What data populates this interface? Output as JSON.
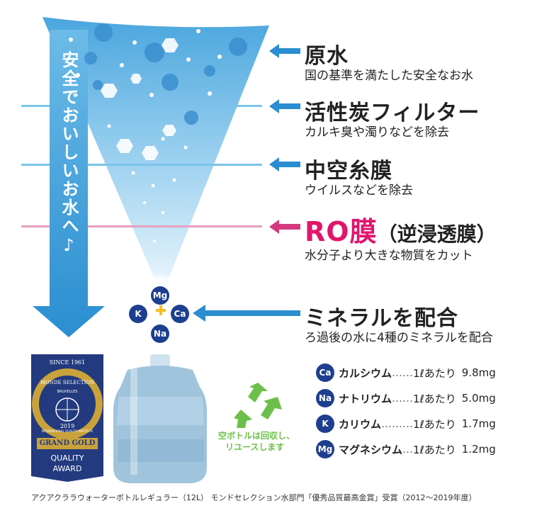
{
  "side_arrow_text": "安全でおいしいお水へ♪",
  "stages": [
    {
      "title": "原水",
      "subtitle": "国の基準を満たした安全なお水"
    },
    {
      "title": "活性炭フィルター",
      "subtitle": "カルキ臭や濁りなどを除去"
    },
    {
      "title": "中空糸膜",
      "subtitle": "ウイルスなどを除去"
    },
    {
      "title": "RO膜",
      "title_paren": "（逆浸透膜）",
      "subtitle": "水分子より大きな物質をカット"
    },
    {
      "title": "ミネラルを配合",
      "subtitle": "ろ過後の水に4種のミネラルを配合"
    }
  ],
  "minerals_cluster": [
    "Mg",
    "K",
    "Ca",
    "Na"
  ],
  "minerals": [
    {
      "symbol": "Ca",
      "name": "カルシウム",
      "dots": "……",
      "per": "1ℓあたり",
      "amount": "9.8mg"
    },
    {
      "symbol": "Na",
      "name": "ナトリウム",
      "dots": "……",
      "per": "1ℓあたり",
      "amount": "5.0mg"
    },
    {
      "symbol": "K",
      "name": "カリウム",
      "dots": "………",
      "per": "1ℓあたり",
      "amount": "1.7mg"
    },
    {
      "symbol": "Mg",
      "name": "マグネシウム",
      "dots": "…",
      "per": "1ℓあたり",
      "amount": "1.2mg"
    }
  ],
  "award": {
    "since": "SINCE 1961",
    "name": "MONDE SELECTION",
    "city": "BRUXELLES",
    "year": "2019",
    "ring": "INTERNATIONAL QUALITY INSTITUTE",
    "grade": "GRAND GOLD",
    "quality": "QUALITY",
    "award": "AWARD"
  },
  "recycle_text_1": "空ボトルは回収し、",
  "recycle_text_2": "リユースします",
  "caption": "アクアクララウォーターボトルレギュラー（12L） モンドセレクション水部門「優秀品質最高金賞」受賞（2012〜2019年度）",
  "colors": {
    "blue": "#3aa0dc",
    "pink": "#e0156b",
    "navy": "#1e3f8f",
    "green": "#6cc04a",
    "gold": "#c9a23a"
  }
}
